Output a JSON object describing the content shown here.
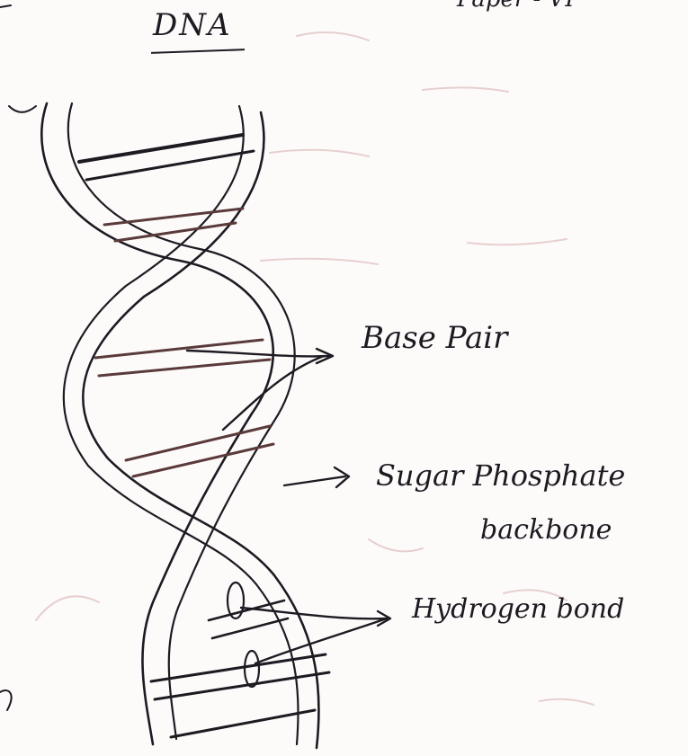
{
  "diagram": {
    "title": "DNA",
    "header_fragment": "Paper - VI",
    "labels": {
      "base_pair": "Base Pair",
      "sugar_phosphate_line1": "Sugar Phosphate",
      "sugar_phosphate_line2": "backbone",
      "hydrogen_bond": "Hydrogen bond"
    }
  },
  "colors": {
    "ink": "#1e1a22",
    "paper": "#fdfbfa",
    "bleed_through": "#e7cfcf",
    "base_pair_tint": "#5a3a3a"
  }
}
